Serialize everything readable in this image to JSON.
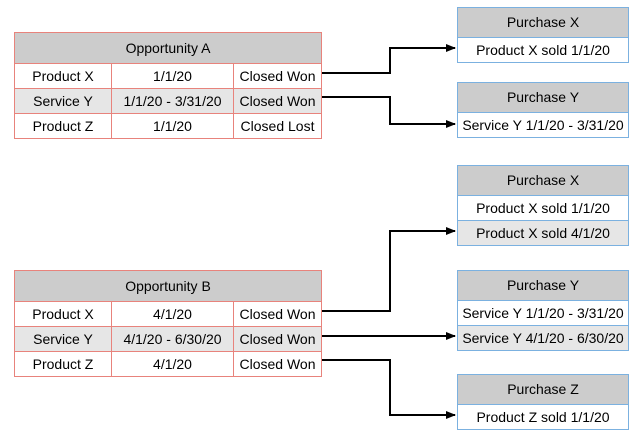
{
  "opportunities": [
    {
      "title": "Opportunity A",
      "rows": [
        {
          "item": "Product X",
          "dates": "1/1/20",
          "status": "Closed Won"
        },
        {
          "item": "Service Y",
          "dates": "1/1/20 - 3/31/20",
          "status": "Closed Won"
        },
        {
          "item": "Product Z",
          "dates": "1/1/20",
          "status": "Closed Lost"
        }
      ]
    },
    {
      "title": "Opportunity B",
      "rows": [
        {
          "item": "Product X",
          "dates": "4/1/20",
          "status": "Closed Won"
        },
        {
          "item": "Service Y",
          "dates": "4/1/20 - 6/30/20",
          "status": "Closed Won"
        },
        {
          "item": "Product Z",
          "dates": "4/1/20",
          "status": "Closed Won"
        }
      ]
    }
  ],
  "purchases": [
    {
      "title": "Purchase X",
      "rows": [
        "Product X sold 1/1/20"
      ]
    },
    {
      "title": "Purchase Y",
      "rows": [
        "Service Y 1/1/20 - 3/31/20"
      ]
    },
    {
      "title": "Purchase X",
      "rows": [
        "Product X sold 1/1/20",
        "Product X sold 4/1/20"
      ]
    },
    {
      "title": "Purchase Y",
      "rows": [
        "Service Y 1/1/20 - 3/31/20",
        "Service Y 4/1/20 - 6/30/20"
      ]
    },
    {
      "title": "Purchase Z",
      "rows": [
        "Product Z sold 1/1/20"
      ]
    }
  ],
  "colors": {
    "opportunity_border": "#e8837c",
    "purchase_border": "#7bb1e0",
    "header_fill": "#cccccc",
    "shaded_row": "#e6e6e6",
    "connector": "#000000"
  }
}
